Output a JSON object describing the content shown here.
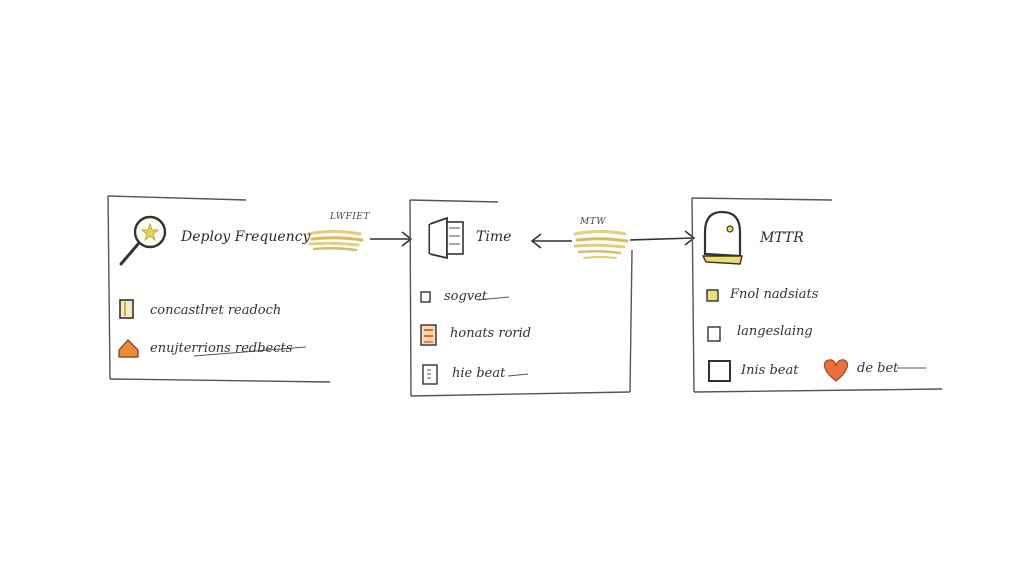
{
  "diagram": {
    "colors": {
      "ink": "#333333",
      "accent_yellow": "#e8dc5a",
      "accent_orange": "#e8733a",
      "accent_gold": "#d8bc6a"
    },
    "cards": [
      {
        "title": "Deploy Frequency",
        "icon": "magnifier-star-icon",
        "items": [
          {
            "label": "concastlret readoch",
            "icon": "document-icon"
          },
          {
            "label": "enujterrions redbects",
            "icon": "house-icon"
          }
        ]
      },
      {
        "title": "Time",
        "icon": "door-icon",
        "items": [
          {
            "label": "sogvet",
            "icon": "checkbox-icon"
          },
          {
            "label": "honats rorid",
            "icon": "list-icon"
          },
          {
            "label": "hie beat",
            "icon": "page-icon"
          }
        ]
      },
      {
        "title": "MTTR",
        "icon": "helmet-icon",
        "items": [
          {
            "label": "Fnol nadsiats",
            "icon": "checkbox-icon"
          },
          {
            "label": "langeslaing",
            "icon": "checkbox-icon"
          },
          {
            "label": "Inis beat",
            "icon": "checkbox-icon"
          },
          {
            "label": "de bet",
            "icon": "heart-icon"
          }
        ]
      }
    ],
    "arrows": [
      {
        "label": "LWFIET",
        "direction": "right"
      },
      {
        "label": "MTW",
        "direction": "both"
      }
    ]
  }
}
